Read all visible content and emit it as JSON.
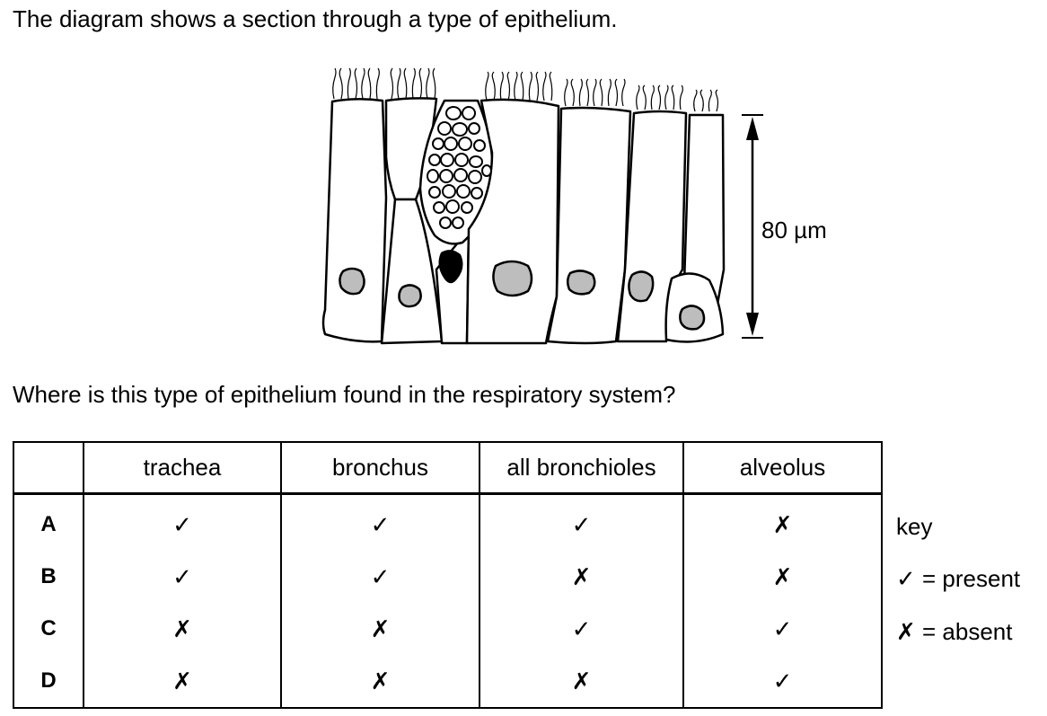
{
  "intro_text": "The diagram shows a section through a type of epithelium.",
  "diagram": {
    "scale_label": "80 µm"
  },
  "question_text": "Where is this type of epithelium found in the respiratory system?",
  "table": {
    "corner": "",
    "headers": [
      "trachea",
      "bronchus",
      "all bronchioles",
      "alveolus"
    ],
    "rows": [
      {
        "label": "A",
        "cells": [
          "✓",
          "✓",
          "✓",
          "✗"
        ]
      },
      {
        "label": "B",
        "cells": [
          "✓",
          "✓",
          "✗",
          "✗"
        ]
      },
      {
        "label": "C",
        "cells": [
          "✗",
          "✗",
          "✓",
          "✓"
        ]
      },
      {
        "label": "D",
        "cells": [
          "✗",
          "✗",
          "✗",
          "✓"
        ]
      }
    ]
  },
  "key": {
    "title": "key",
    "present": "✓ = present",
    "absent": "✗ = absent"
  }
}
